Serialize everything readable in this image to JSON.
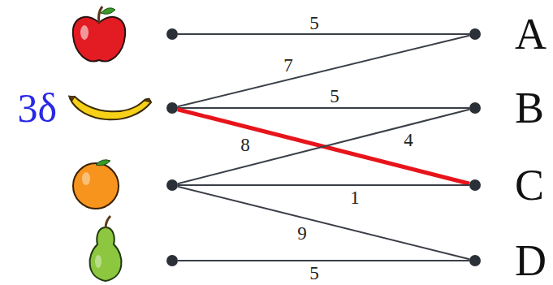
{
  "diagram": {
    "nodes": [
      {
        "text": []
      },
      {
        "text": [
          "3δ"
        ]
      },
      {
        "text": []
      },
      {
        "text": []
      },
      {
        "text": [
          "A"
        ]
      },
      {
        "text": [
          "B"
        ]
      },
      {
        "text": [
          "C"
        ]
      },
      {
        "text": [
          "D"
        ]
      }
    ],
    "edges": [
      {
        "from": 0,
        "to": 4,
        "arrow": "none",
        "label": "5"
      },
      {
        "from": 1,
        "to": 4,
        "arrow": "none",
        "label": "7"
      },
      {
        "from": 1,
        "to": 5,
        "arrow": "none",
        "label": "5"
      },
      {
        "from": 1,
        "to": 6,
        "arrow": "none",
        "label": "8"
      },
      {
        "from": 2,
        "to": 5,
        "arrow": "none",
        "label": "4"
      },
      {
        "from": 2,
        "to": 6,
        "arrow": "none",
        "label": "1"
      },
      {
        "from": 2,
        "to": 7,
        "arrow": "none",
        "label": "9"
      },
      {
        "from": 3,
        "to": 7,
        "arrow": "none",
        "label": "5"
      }
    ]
  }
}
